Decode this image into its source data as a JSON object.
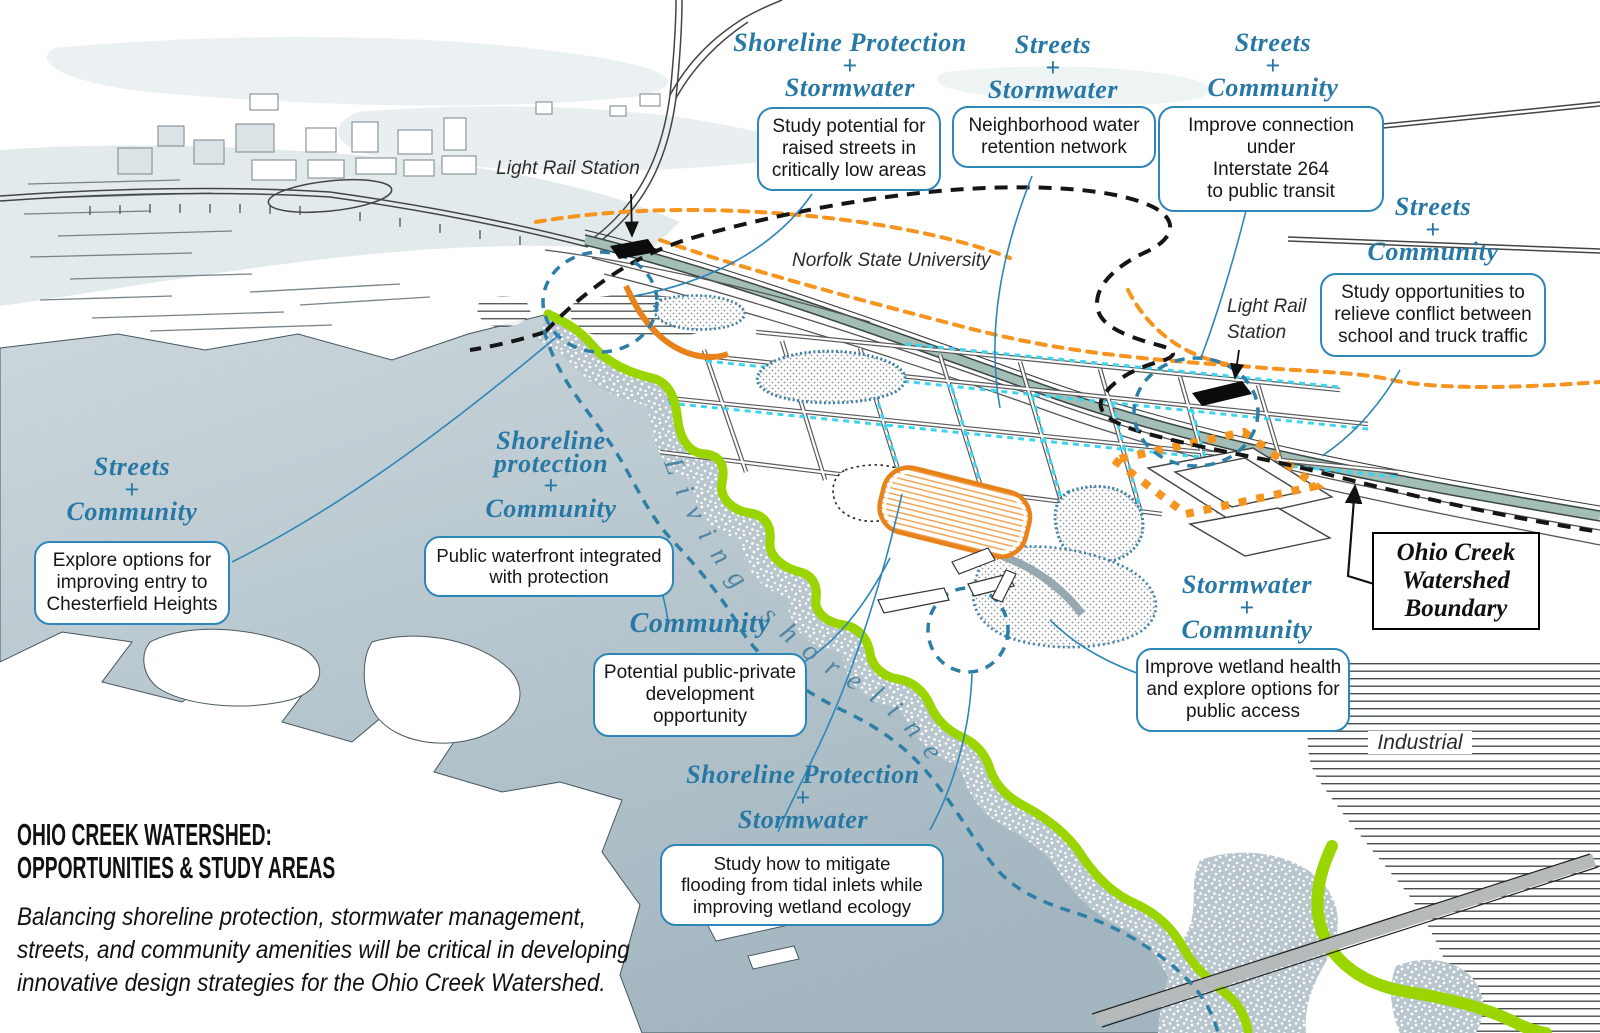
{
  "figure": {
    "heading_line1": "OHIO CREEK WATERSHED:",
    "heading_line2": "OPPORTUNITIES & STUDY AREAS",
    "description": "Balancing shoreline protection, stormwater management,\nstreets, and community amenities will be critical in developing\ninnovative design strategies for the Ohio Creek Watershed."
  },
  "callouts": {
    "raised_streets": {
      "category": "Shoreline Protection\n+\nStormwater",
      "note": "Study potential for\nraised streets in\ncritically low areas"
    },
    "water_retention": {
      "category": "Streets\n+\nStormwater",
      "note": "Neighborhood water\nretention network"
    },
    "transit_connection": {
      "category": "Streets\n+\nCommunity",
      "note": "Improve connection under\nInterstate 264\nto public transit"
    },
    "truck_traffic": {
      "category": "Streets\n+\nCommunity",
      "note": "Study opportunities to\nrelieve conflict between\nschool and truck traffic"
    },
    "chesterfield_entry": {
      "category": "Streets\n+\nCommunity",
      "note": "Explore options for\nimproving entry to\nChesterfield Heights"
    },
    "public_waterfront": {
      "category": "Shoreline\nprotection\n+\nCommunity",
      "note": "Public waterfront integrated\nwith protection"
    },
    "development": {
      "category": "Community",
      "note": "Potential public-private\ndevelopment opportunity"
    },
    "wetland_health": {
      "category": "Stormwater\n+\nCommunity",
      "note": "Improve wetland health\nand explore options for\npublic access"
    },
    "tidal_flooding": {
      "category": "Shoreline Protection\n+\nStormwater",
      "note": "Study how to mitigate\nflooding from tidal inlets while\nimproving wetland ecology"
    }
  },
  "map_labels": {
    "light_rail_station_west": "Light Rail Station",
    "light_rail_station_east": "Light Rail\nStation",
    "university": "Norfolk State University",
    "industrial": "Industrial",
    "living_shoreline": "Living shoreline",
    "watershed_boundary": "Ohio Creek\nWatershed\nBoundary"
  },
  "colors": {
    "callout_border_blue": "#2e86b8",
    "category_teal": "#2878a5",
    "shoreline_green": "#9ad500",
    "route_orange": "#f5941f",
    "street_cyan": "#3ed4ec",
    "water_gray_blue": "#aebfc8",
    "boundary_black": "#111111"
  }
}
